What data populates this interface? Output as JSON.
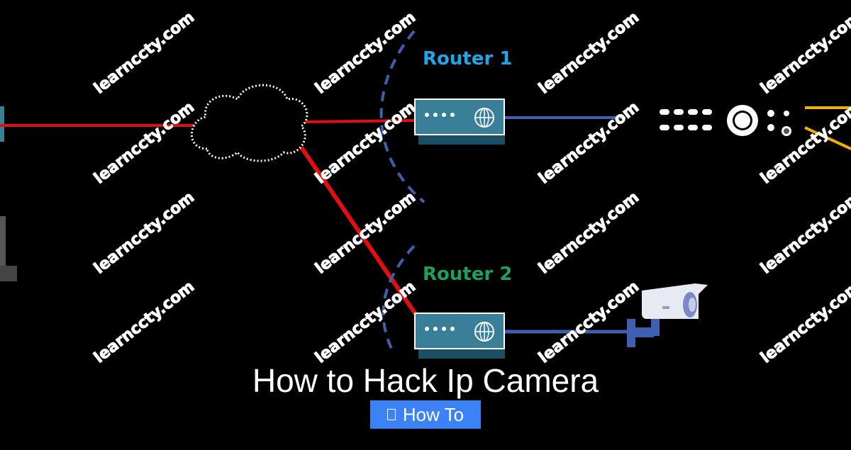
{
  "diagram": {
    "router1_label": "Router 1",
    "router2_label": "Router 2",
    "colors": {
      "background": "#000000",
      "internet_link": "#e01010",
      "lan_link": "#3f5fb0",
      "router_body": "#3a7f98",
      "router1_label": "#1ea7e8",
      "router2_label": "#1fa05a",
      "wireless_arc": "#3f5fb0",
      "camera_link": "#f0b000"
    },
    "icons": [
      "cloud-icon",
      "router-icon",
      "dvr-icon",
      "security-camera-icon",
      "laptop-icon",
      "modem-icon"
    ]
  },
  "watermark": {
    "text": "learnccty.com"
  },
  "title": "How to Hack Ip Camera",
  "category": {
    "label": "How To",
    "icon": "folder-icon"
  }
}
